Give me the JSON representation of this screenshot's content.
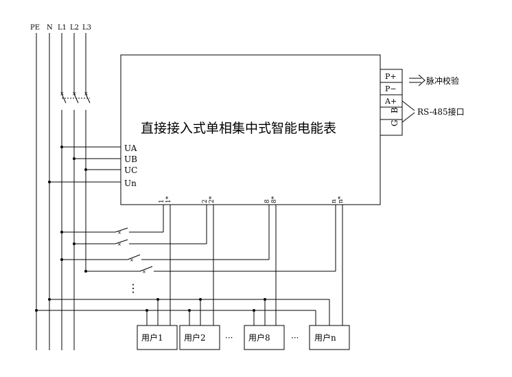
{
  "bus_labels": [
    "PE",
    "N",
    "L1",
    "L2",
    "L3"
  ],
  "meter": {
    "title": "直接接入式单相集中式智能电能表",
    "voltage_terminals": [
      "UA",
      "UB",
      "UC",
      "Un"
    ],
    "pulse_terminals": [
      "P+",
      "P−"
    ],
    "comm_terminals": [
      "A+",
      "B",
      "G"
    ],
    "pulse_label": "脉冲校验",
    "comm_label": "RS-485接口",
    "outputs": [
      {
        "a": "1",
        "b": "1*"
      },
      {
        "a": "2",
        "b": "2*"
      },
      {
        "a": "8",
        "b": "8*"
      },
      {
        "a": "n",
        "b": "n*"
      }
    ]
  },
  "users": [
    "用户1",
    "用户2",
    "用户8",
    "用户n"
  ],
  "ellipsis": "···",
  "vertical_ellipsis": "⋮"
}
